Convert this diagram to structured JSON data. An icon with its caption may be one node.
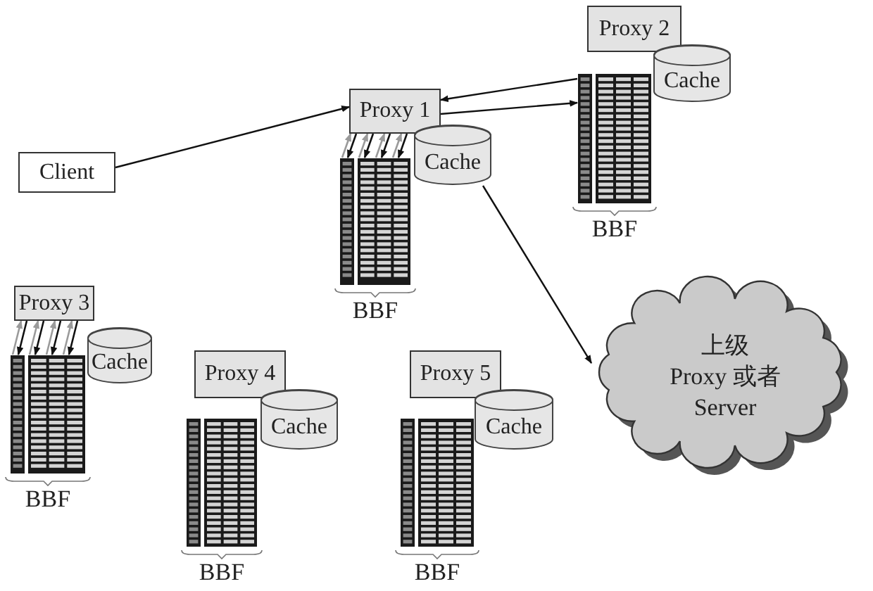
{
  "diagram": {
    "nodes": [
      {
        "text": [
          "Client"
        ]
      },
      {
        "text": [
          "Proxy 1"
        ]
      },
      {
        "text": [
          "Cache"
        ]
      },
      {
        "text": [
          "BBF"
        ]
      },
      {
        "text": [
          "Proxy 2"
        ]
      },
      {
        "text": [
          "Cache"
        ]
      },
      {
        "text": [
          "BBF"
        ]
      },
      {
        "text": [
          "Proxy 3"
        ]
      },
      {
        "text": [
          "Cache"
        ]
      },
      {
        "text": [
          "BBF"
        ]
      },
      {
        "text": [
          "Proxy 4"
        ]
      },
      {
        "text": [
          "Cache"
        ]
      },
      {
        "text": [
          "BBF"
        ]
      },
      {
        "text": [
          "Proxy 5"
        ]
      },
      {
        "text": [
          "Cache"
        ]
      },
      {
        "text": [
          "BBF"
        ]
      },
      {
        "text": [
          "上级 Proxy 或者 Server"
        ]
      }
    ],
    "edges": [
      {
        "from": 0,
        "to": 1,
        "arrow": "to"
      },
      {
        "from": 6,
        "to": 1,
        "arrow": "to"
      },
      {
        "from": 1,
        "to": 6,
        "arrow": "to"
      },
      {
        "from": 2,
        "to": 16,
        "arrow": "to"
      },
      {
        "from": 1,
        "to": 3,
        "arrow": "to"
      },
      {
        "from": 1,
        "to": 3,
        "arrow": "to"
      },
      {
        "from": 1,
        "to": 3,
        "arrow": "to"
      },
      {
        "from": 1,
        "to": 3,
        "arrow": "to"
      },
      {
        "from": 3,
        "to": 1,
        "arrow": "to",
        "color": "#9a9a9a"
      },
      {
        "from": 3,
        "to": 1,
        "arrow": "to",
        "color": "#9a9a9a"
      },
      {
        "from": 3,
        "to": 1,
        "arrow": "to",
        "color": "#9a9a9a"
      },
      {
        "from": 3,
        "to": 1,
        "arrow": "to",
        "color": "#9a9a9a"
      },
      {
        "from": 7,
        "to": 9,
        "arrow": "to"
      },
      {
        "from": 7,
        "to": 9,
        "arrow": "to"
      },
      {
        "from": 7,
        "to": 9,
        "arrow": "to"
      },
      {
        "from": 7,
        "to": 9,
        "arrow": "to"
      },
      {
        "from": 9,
        "to": 7,
        "arrow": "to",
        "color": "#9a9a9a"
      },
      {
        "from": 9,
        "to": 7,
        "arrow": "to",
        "color": "#9a9a9a"
      },
      {
        "from": 9,
        "to": 7,
        "arrow": "to",
        "color": "#9a9a9a"
      },
      {
        "from": 9,
        "to": 7,
        "arrow": "to",
        "color": "#9a9a9a"
      }
    ]
  }
}
